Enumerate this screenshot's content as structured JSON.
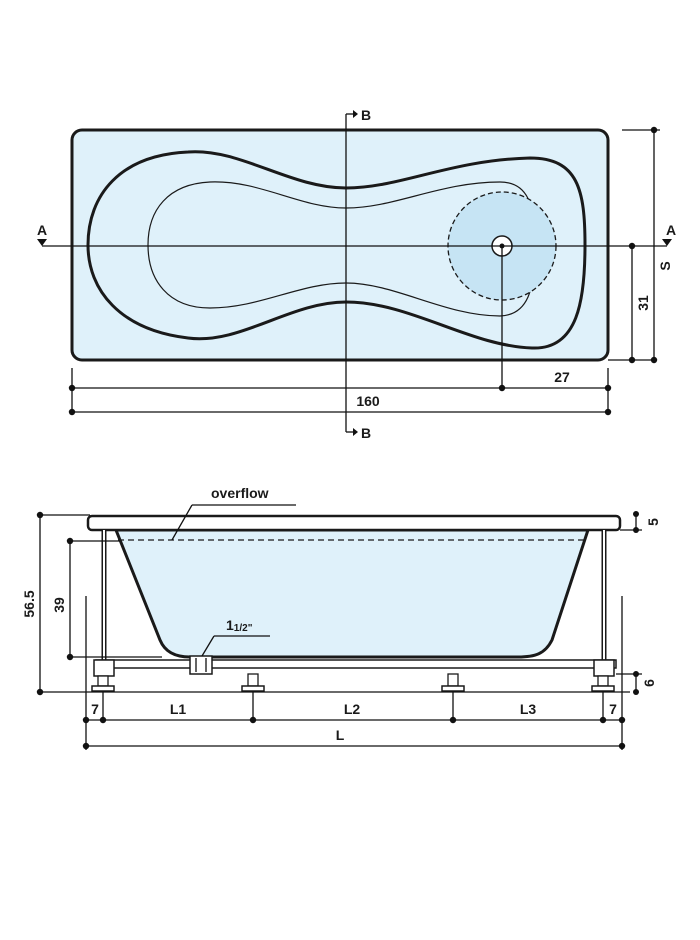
{
  "colors": {
    "fill": "#dff1fa",
    "stroke": "#1a1a1a"
  },
  "plan_view": {
    "section_a": "A",
    "section_b": "B",
    "dim_length": "160",
    "dim_drain_offset": "27",
    "dim_drain_height": "31",
    "dim_width": "S"
  },
  "side_view": {
    "overflow_label": "overflow",
    "drain_size_main": "1",
    "drain_size_frac": "1/2\"",
    "dim_total_height": "56.5",
    "dim_inner_height": "39",
    "dim_rim": "5",
    "dim_foot": "6",
    "dim_edge_left": "7",
    "dim_edge_right": "7",
    "dim_l1": "L1",
    "dim_l2": "L2",
    "dim_l3": "L3",
    "dim_total_length": "L"
  }
}
